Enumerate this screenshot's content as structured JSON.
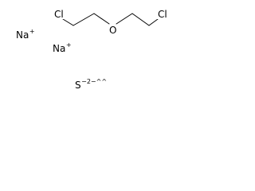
{
  "structure": {
    "atoms": {
      "cl_left": "Cl",
      "oxygen": "O",
      "cl_right": "Cl"
    },
    "ions": {
      "sodium_1": {
        "symbol": "Na",
        "charge": "+"
      },
      "sodium_2": {
        "symbol": "Na",
        "charge": "+"
      },
      "sulfide": {
        "symbol": "S",
        "charge": "−2−^^"
      }
    },
    "colors": {
      "ink": "#000000",
      "background": "#ffffff"
    }
  }
}
